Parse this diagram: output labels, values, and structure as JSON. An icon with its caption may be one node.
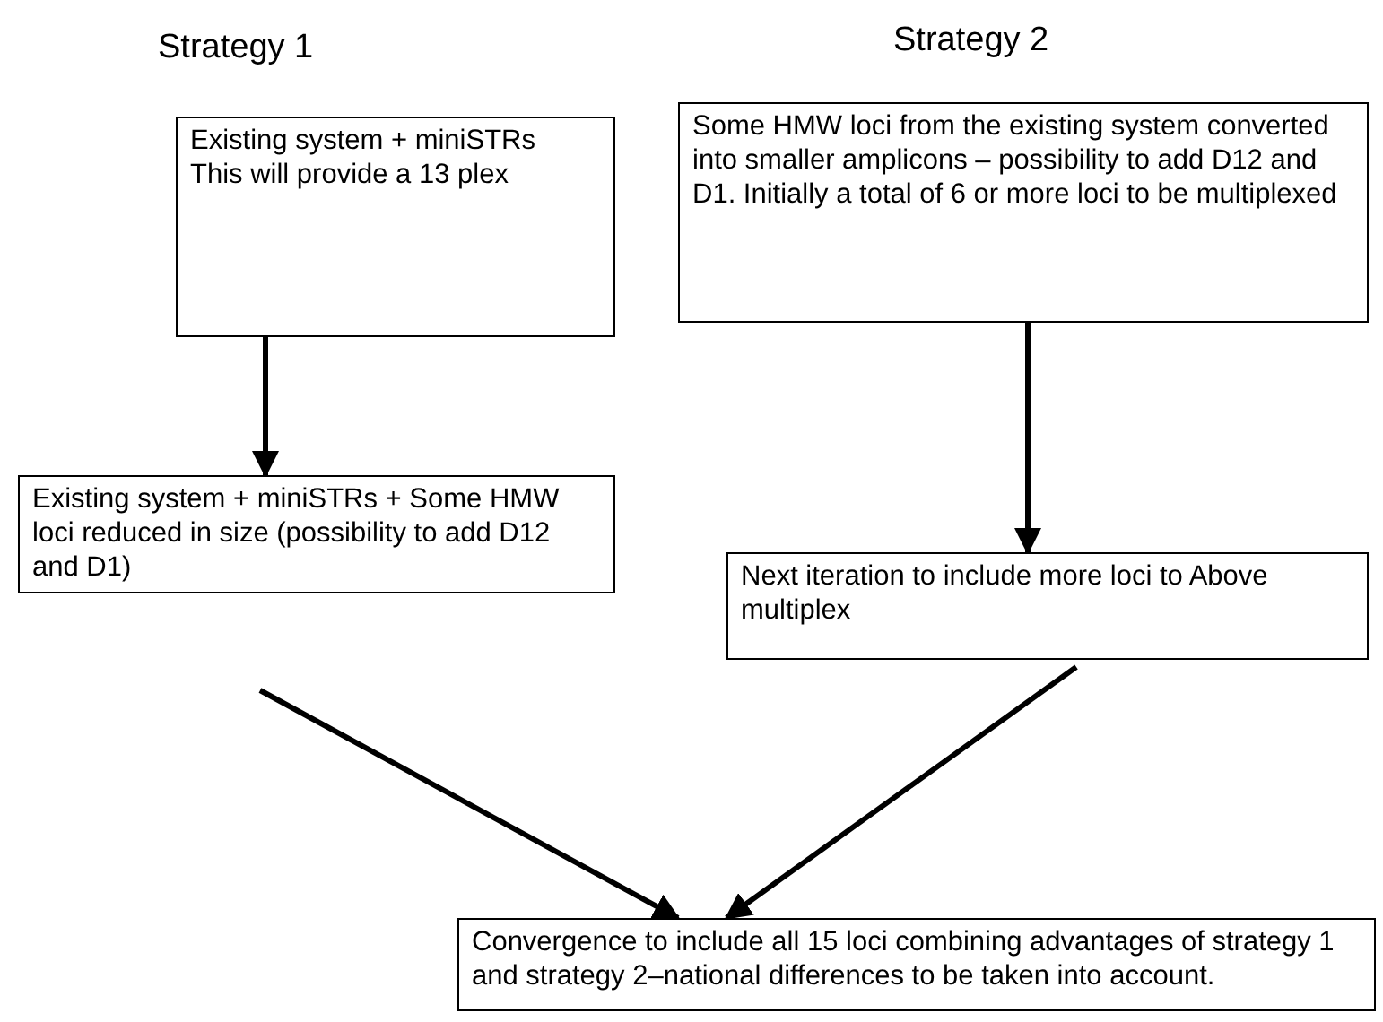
{
  "diagram": {
    "nodes": [
      {
        "text": [
          "Strategy 1",
          "Existing system + miniSTRs",
          "This will provide a 13 plex"
        ]
      },
      {
        "text": [
          "Strategy 2",
          "Some HMW loci from the existing system converted into smaller amplicons – possibility to add D12 and D1. Initially a total of 6 or more loci to be multiplexed"
        ]
      },
      {
        "text": [
          "Existing system + miniSTRs + Some  HMW loci reduced in size (possibility to add D12 and D1)"
        ]
      },
      {
        "text": [
          "Next iteration to include more loci to Above multiplex"
        ]
      },
      {
        "text": [
          "Convergence to include all 15 loci combining advantages of strategy 1 and strategy 2–national differences to be taken into account."
        ]
      }
    ],
    "edges": [
      {
        "from": 0,
        "to": 2,
        "arrow": "to"
      },
      {
        "from": 1,
        "to": 3,
        "arrow": "to"
      },
      {
        "from": 2,
        "to": 4,
        "arrow": "to"
      },
      {
        "from": 3,
        "to": 4,
        "arrow": "to"
      }
    ]
  }
}
